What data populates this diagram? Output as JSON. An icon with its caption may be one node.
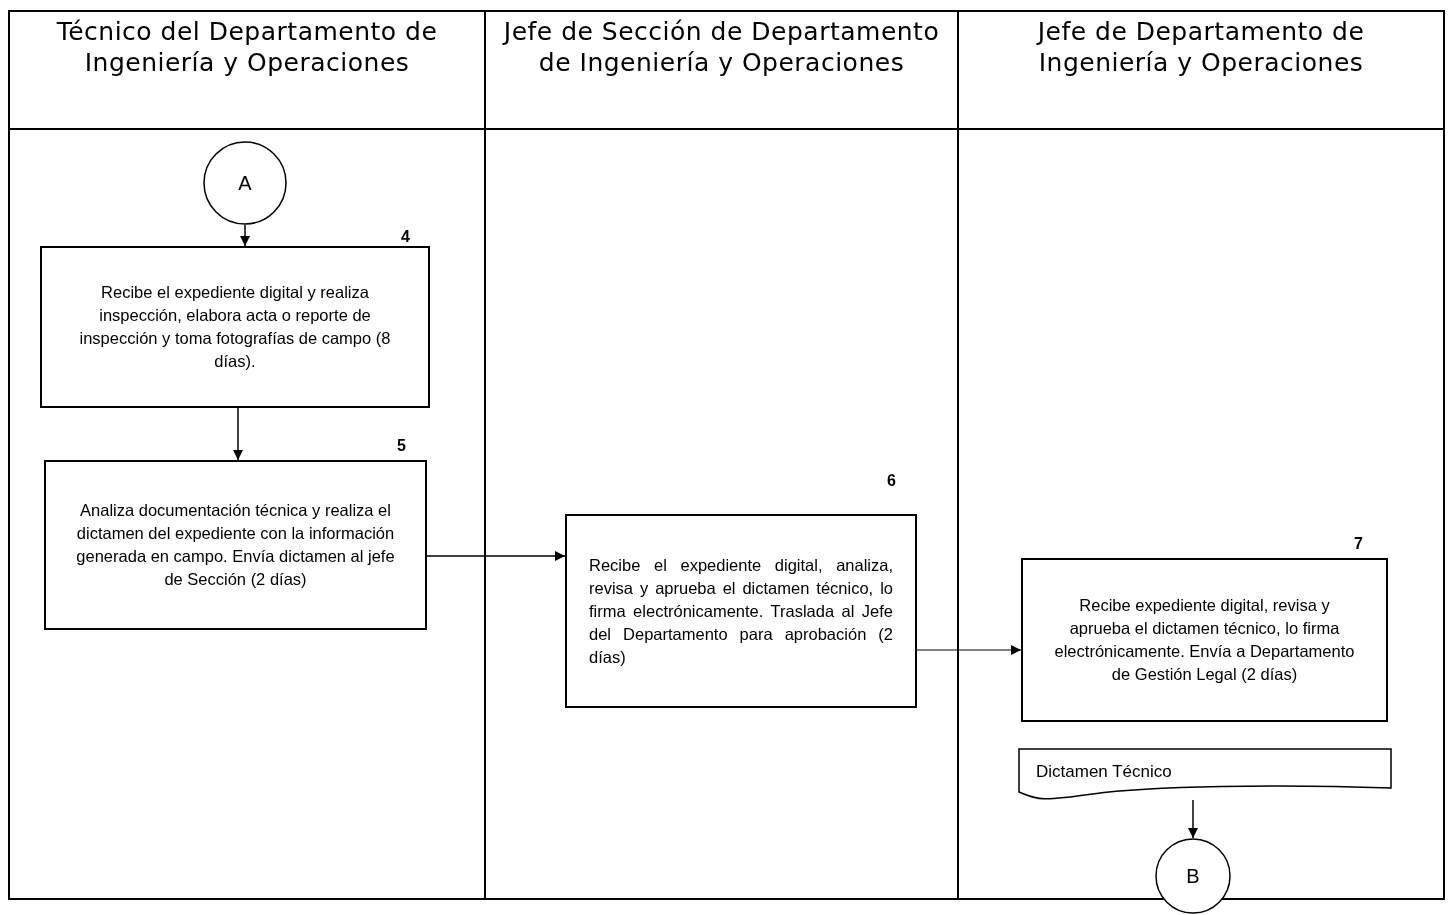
{
  "diagram": {
    "nodes": [
      {
        "text": [
          "Técnico del Departamento de Ingeniería y Operaciones"
        ]
      },
      {
        "text": [
          "Jefe de Sección de Departamento de Ingeniería y Operaciones"
        ]
      },
      {
        "text": [
          "Jefe de Departamento de Ingeniería y Operaciones"
        ]
      },
      {
        "text": [
          "A"
        ],
        "in": 0
      },
      {
        "text": [
          "Recibe el expediente digital y realiza inspección, elabora acta o reporte de inspección y toma fotografías de campo (8 días)."
        ],
        "in": 0,
        "beside": [
          "4"
        ]
      },
      {
        "text": [
          "Analiza documentación técnica y realiza el dictamen del expediente con la información generada en campo. Envía dictamen al jefe de Sección (2 días)"
        ],
        "in": 0,
        "beside": [
          "5"
        ]
      },
      {
        "text": [
          "Recibe el expediente digital, analiza, revisa y aprueba el dictamen técnico, lo firma electrónicamente. Traslada al Jefe del Departamento para aprobación (2 días)"
        ],
        "in": 1,
        "beside": [
          "6"
        ]
      },
      {
        "text": [
          "Recibe expediente digital, revisa y aprueba el dictamen técnico, lo firma electrónicamente. Envía a Departamento de Gestión Legal (2 días)"
        ],
        "in": 2,
        "beside": [
          "7"
        ]
      },
      {
        "text": [
          "Dictamen Técnico"
        ],
        "in": 2
      },
      {
        "text": [
          "B"
        ]
      }
    ],
    "edges": [
      {
        "from": 3,
        "to": 4,
        "arrow": "to"
      },
      {
        "from": 4,
        "to": 5,
        "arrow": "to"
      },
      {
        "from": 5,
        "to": 6,
        "arrow": "to"
      },
      {
        "from": 6,
        "to": 7,
        "arrow": "to"
      },
      {
        "from": 8,
        "to": 9,
        "arrow": "to"
      }
    ]
  }
}
